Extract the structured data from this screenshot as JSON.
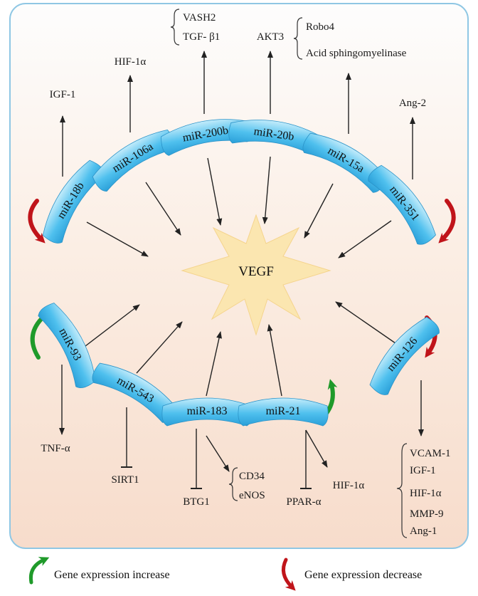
{
  "center": {
    "label": "VEGF"
  },
  "mirnas": {
    "mir18b": "miR-18b",
    "mir106a": "miR-106a",
    "mir200b": "miR-200b",
    "mir20b": "miR-20b",
    "mir15a": "miR-15a",
    "mir351": "miR-351",
    "mir93": "miR-93",
    "mir543": "miR-543",
    "mir183": "miR-183",
    "mir21": "miR-21",
    "mir126": "miR-126"
  },
  "targets": {
    "igf1_top": "IGF-1",
    "hif1a_top": "HIF-1α",
    "vash2": "VASH2",
    "tgfb1": "TGF- β1",
    "akt3": "AKT3",
    "robo4": "Robo4",
    "acid_sm": "Acid sphingomyelinase",
    "ang2": "Ang-2",
    "tnfa": "TNF-α",
    "sirt1": "SIRT1",
    "btg1": "BTG1",
    "cd34": "CD34",
    "enos": "eNOS",
    "ppara": "PPAR-α",
    "hif1a_bottom": "HIF-1α",
    "vcam1": "VCAM-1",
    "igf1_right": "IGF-1",
    "hif1a_right": "HIF-1α",
    "mmp9": "MMP-9",
    "ang1": "Ang-1"
  },
  "legend": {
    "increase": "Gene expression increase",
    "decrease": "Gene expression decrease"
  },
  "colors": {
    "increase_arrow": "#1f9a2a",
    "decrease_arrow": "#c0141a",
    "mirna_fill": "#3fb8ea",
    "frame_border": "#8fc7e4"
  }
}
